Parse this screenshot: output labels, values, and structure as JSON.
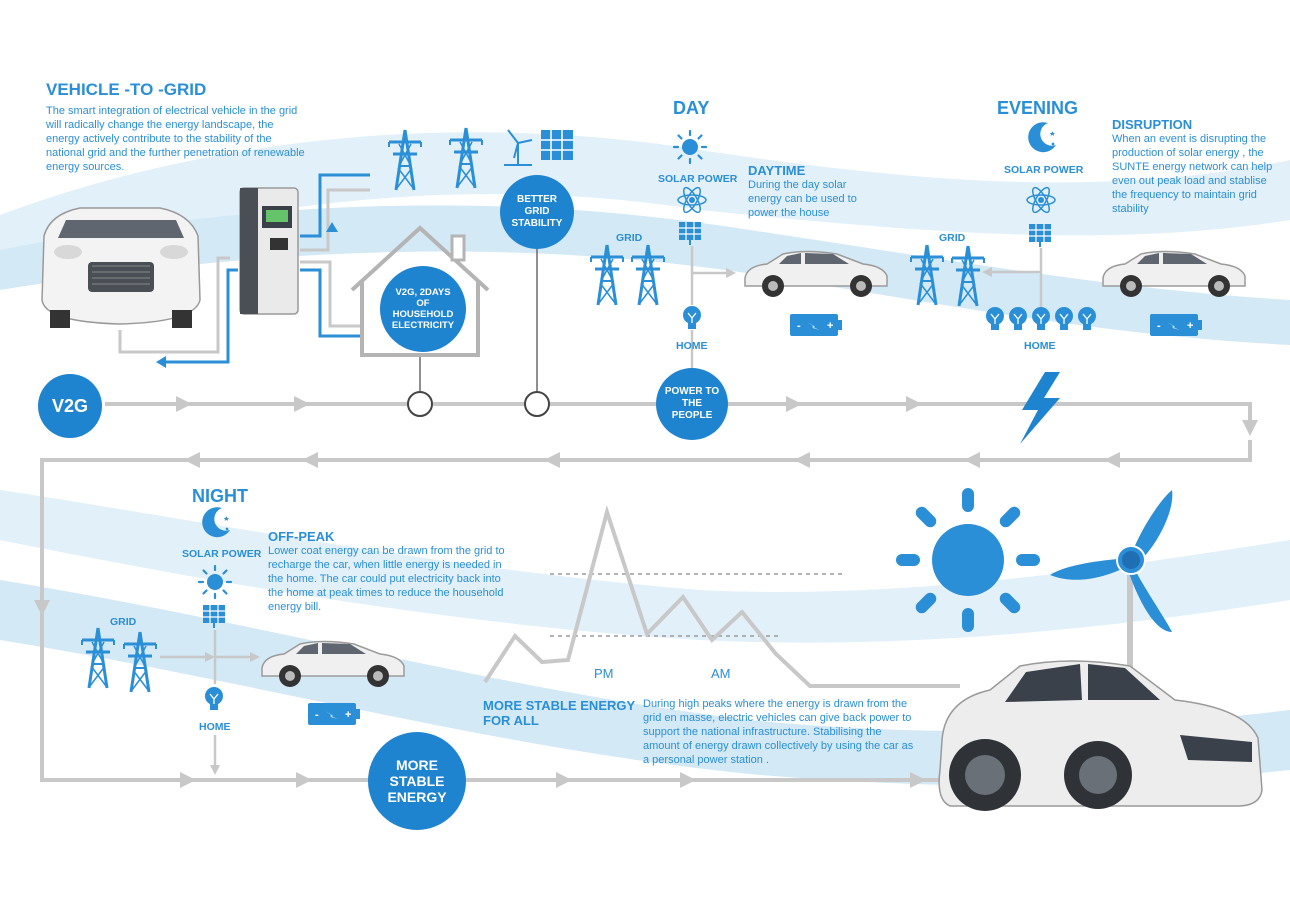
{
  "colors": {
    "accent": "#2a8fd6",
    "dark_blue": "#1f84cf",
    "light_blue": "#d6ebf7",
    "flow_gray": "#c8c8c8"
  },
  "intro": {
    "title": "VEHICLE -TO -GRID",
    "text": "The smart integration of electrical vehicle in the grid will radically change the energy landscape, the energy actively contribute to the stability of the national grid and the further penetration of renewable energy sources."
  },
  "house_label": "V2G, 2DAYS OF HOUSEHOLD ELECTRICITY",
  "better_grid": "BETTER GRID STABILITY",
  "v2g_badge": "V2G",
  "power_people": "POWER TO THE PEOPLE",
  "day": {
    "title": "DAY",
    "solar_label": "SOLAR POWER",
    "grid_label": "GRID",
    "home_label": "HOME",
    "subtitle": "DAYTIME",
    "text": "During the day solar energy can be used to power the house"
  },
  "evening": {
    "title": "EVENING",
    "solar_label": "SOLAR POWER",
    "grid_label": "GRID",
    "home_label": "HOME"
  },
  "disruption": {
    "title": "DISRUPTION",
    "text": "When an event is disrupting the production of solar energy , the SUNTE energy network can help even out peak load and stablise the frequency to maintain grid stability"
  },
  "night": {
    "title": "NIGHT",
    "solar_label": "SOLAR POWER",
    "grid_label": "GRID",
    "home_label": "HOME",
    "subtitle": "OFF-PEAK",
    "text": "Lower coat energy can be drawn from the grid to recharge the car, when little energy is needed in the home. The car could put electricity back into the home at peak times to reduce the household energy bill."
  },
  "more_stable": "MORE STABLE ENERGY",
  "stable_for_all": {
    "title": "MORE STABLE ENERGY FOR ALL",
    "text": "During high peaks where the energy is drawn from the grid en masse, electric vehicles can give back power to support the national infrastructure. Stabilising the amount of energy drawn collectively by using the car as a personal power station ."
  },
  "peak_chart": {
    "pm_label": "PM",
    "am_label": "AM"
  },
  "icons": [
    "sun-icon",
    "moon-icon",
    "atom-icon",
    "solar-panel-icon",
    "pylon-icon",
    "wind-turbine-icon",
    "bulb-icon",
    "battery-icon",
    "lightning-icon",
    "charger-icon",
    "car-icon",
    "house-icon"
  ]
}
